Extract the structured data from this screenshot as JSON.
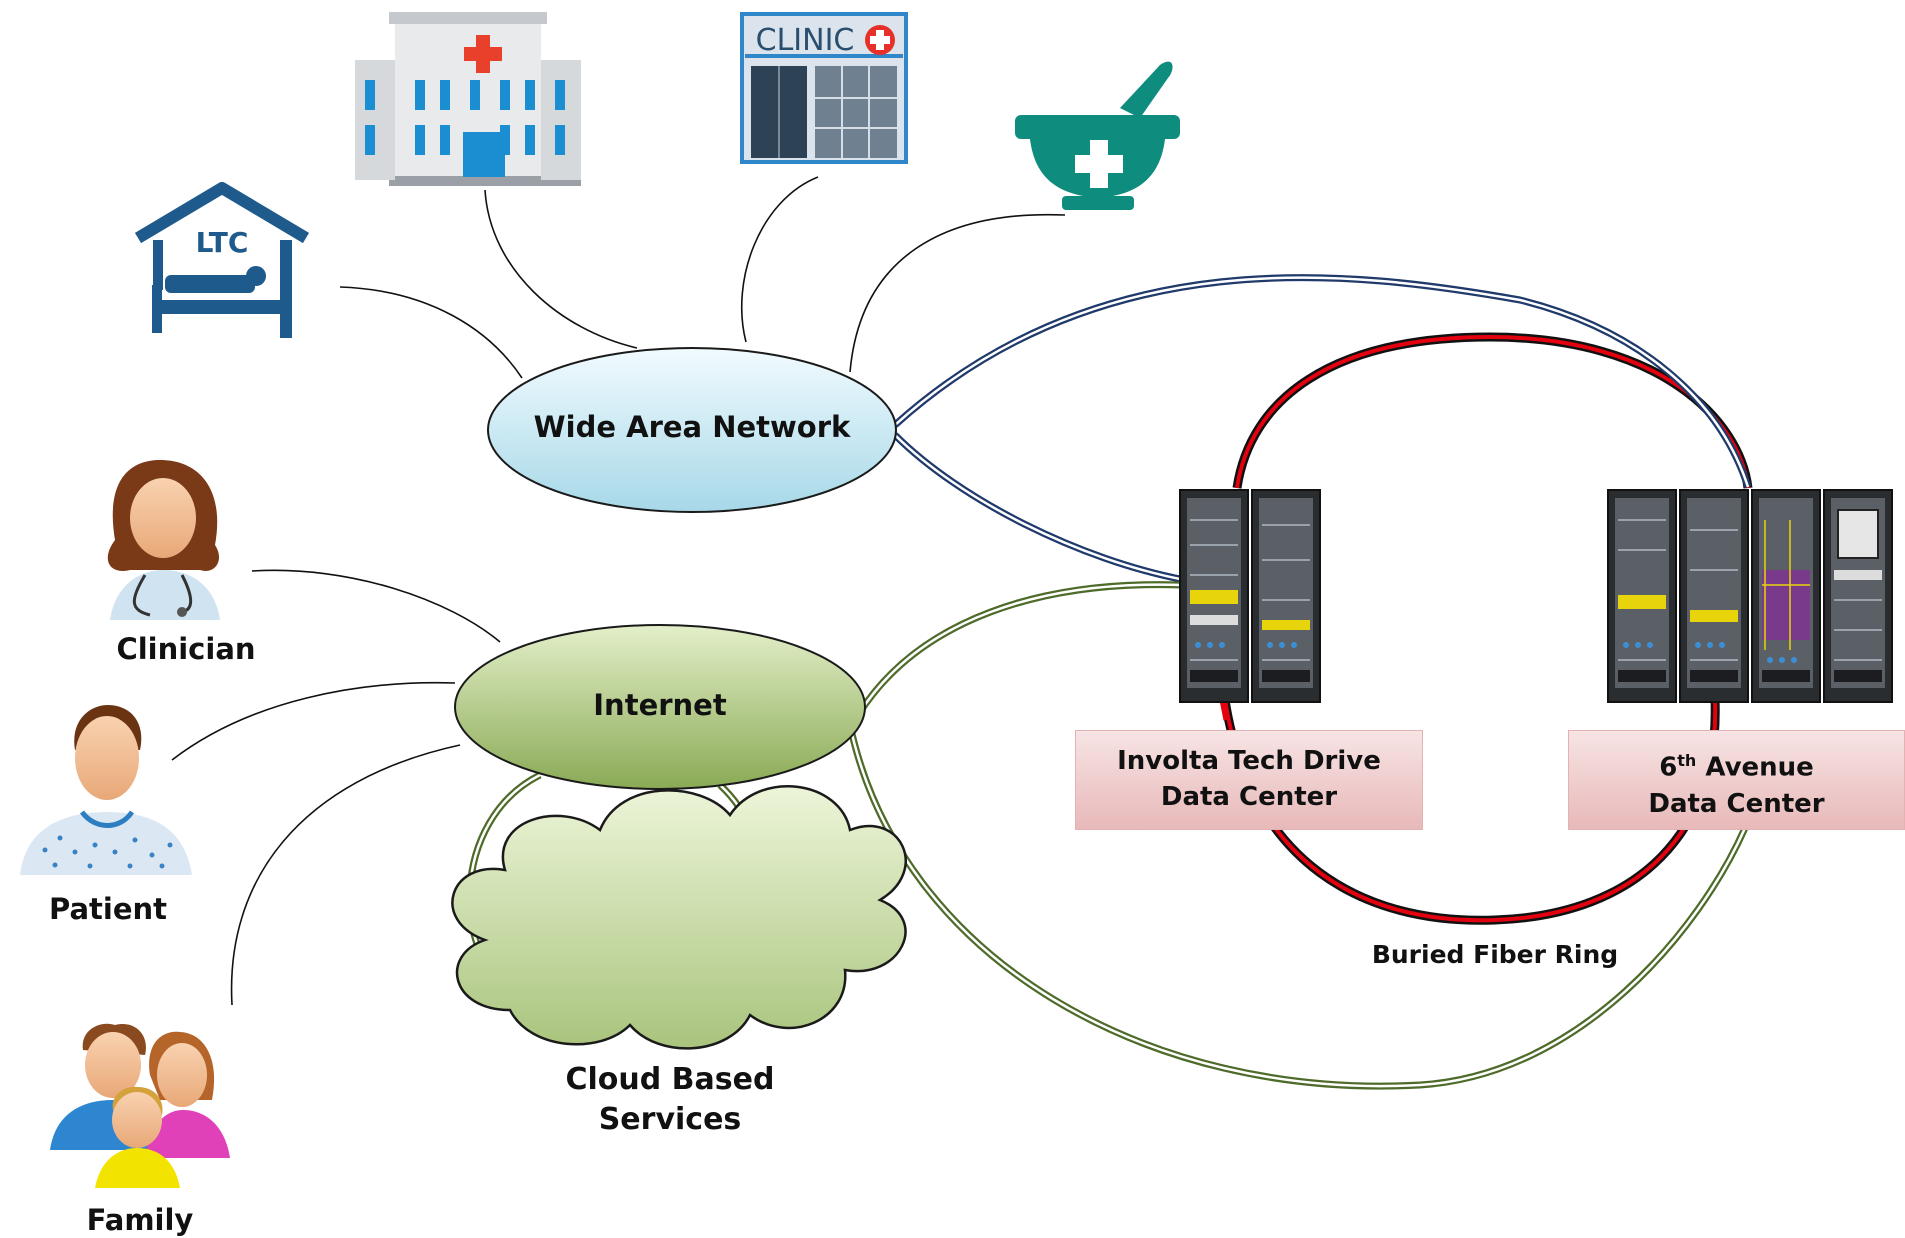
{
  "nodes": {
    "wan": "Wide Area Network",
    "internet": "Internet",
    "cloud_line1": "Cloud Based",
    "cloud_line2": "Services"
  },
  "icons": {
    "ltc_text": "LTC",
    "clinic_text": "CLINIC"
  },
  "people": {
    "clinician": "Clinician",
    "patient": "Patient",
    "family": "Family"
  },
  "data_centers": {
    "involta_line1": "Involta Tech Drive",
    "involta_line2": "Data Center",
    "sixth_number": "6",
    "sixth_sup": "th",
    "sixth_rest": " Avenue",
    "sixth_line2": "Data Center"
  },
  "ring_label": "Buried Fiber Ring",
  "colors": {
    "wan_link": "#1f3a6b",
    "internet_link": "#4e6b2a",
    "fiber_ring": "#e3000f",
    "icon_blue": "#1e5a8c",
    "pharmacy_teal": "#0e8c7e"
  }
}
